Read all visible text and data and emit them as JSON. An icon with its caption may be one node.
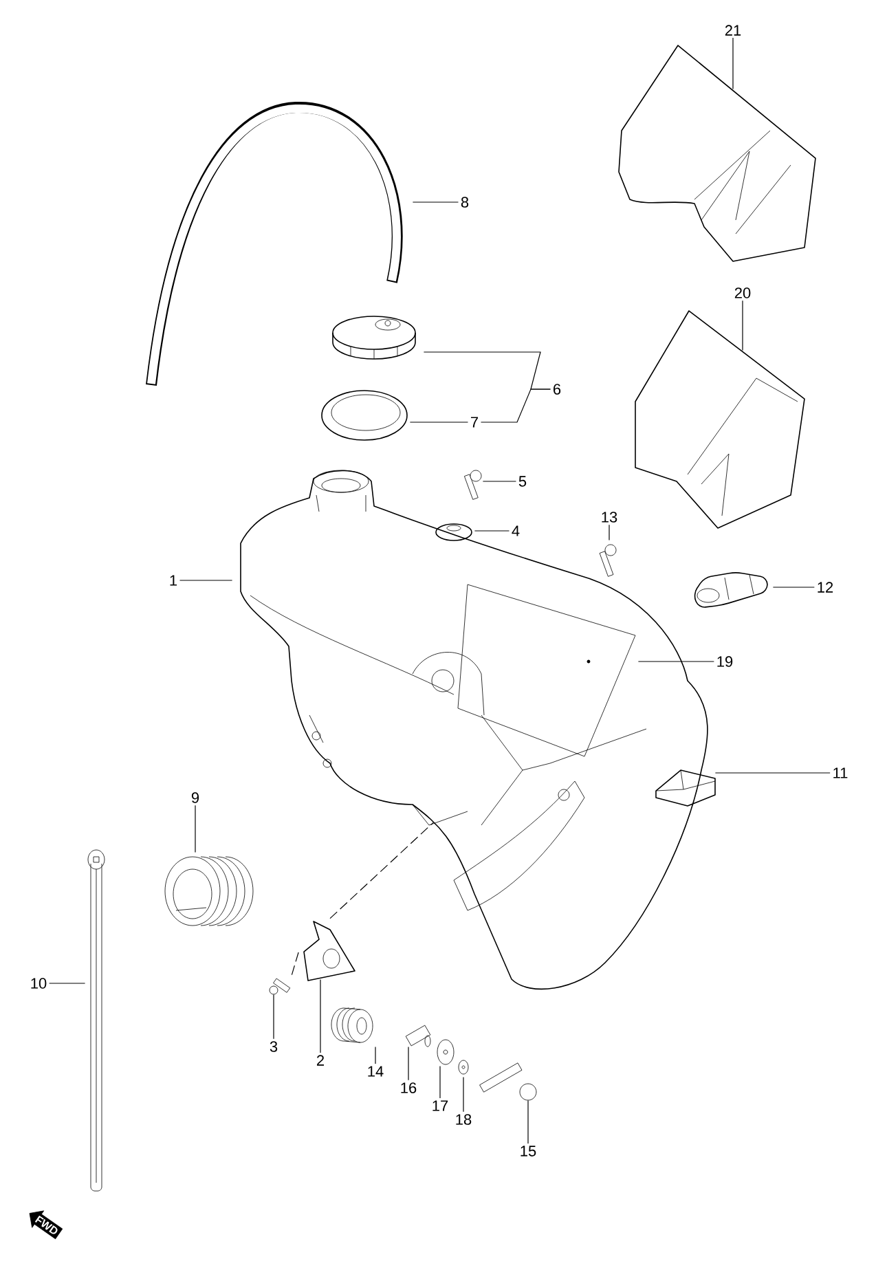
{
  "diagram": {
    "nodes": [
      {
        "text": [
          "1"
        ]
      },
      {
        "text": [
          "2"
        ]
      },
      {
        "text": [
          "3"
        ]
      },
      {
        "text": [
          "4"
        ]
      },
      {
        "text": [
          "5"
        ]
      },
      {
        "text": [
          "6"
        ]
      },
      {
        "text": [
          "7"
        ]
      },
      {
        "text": [
          "8"
        ]
      },
      {
        "text": [
          "9"
        ]
      },
      {
        "text": [
          "10"
        ]
      },
      {
        "text": [
          "11"
        ]
      },
      {
        "text": [
          "12"
        ]
      },
      {
        "text": [
          "13"
        ]
      },
      {
        "text": [
          "14"
        ]
      },
      {
        "text": [
          "15"
        ]
      },
      {
        "text": [
          "16"
        ]
      },
      {
        "text": [
          "17"
        ]
      },
      {
        "text": [
          "18"
        ]
      },
      {
        "text": [
          "19"
        ]
      },
      {
        "text": [
          "20"
        ]
      },
      {
        "text": [
          "21"
        ]
      },
      {
        "text": [],
        "shape": "picture"
      },
      {
        "text": [],
        "shape": "picture"
      },
      {
        "text": [],
        "shape": "picture"
      },
      {
        "text": [],
        "shape": "picture"
      },
      {
        "text": [],
        "shape": "picture"
      },
      {
        "text": [],
        "shape": "picture"
      },
      {
        "text": [],
        "shape": "picture"
      },
      {
        "text": [],
        "shape": "picture"
      },
      {
        "text": [],
        "shape": "picture"
      },
      {
        "text": [],
        "shape": "picture"
      },
      {
        "text": [],
        "shape": "picture"
      },
      {
        "text": [],
        "shape": "picture"
      },
      {
        "text": [],
        "shape": "picture"
      },
      {
        "text": [],
        "shape": "picture"
      },
      {
        "text": [],
        "shape": "picture"
      },
      {
        "text": [],
        "shape": "picture"
      },
      {
        "text": [],
        "shape": "picture"
      },
      {
        "text": [],
        "shape": "picture"
      },
      {
        "text": [],
        "shape": "picture",
        "in": 21
      },
      {
        "text": [],
        "shape": "picture"
      },
      {
        "text": [],
        "shape": "picture"
      },
      {
        "text": [
          "FWD"
        ]
      }
    ],
    "edges": [
      {
        "from": 0,
        "to": 21,
        "arrow": "none"
      },
      {
        "from": 1,
        "to": 22,
        "arrow": "none"
      },
      {
        "from": 2,
        "to": 23,
        "arrow": "none"
      },
      {
        "from": 3,
        "to": 24,
        "arrow": "none"
      },
      {
        "from": 4,
        "to": 25,
        "arrow": "none"
      },
      {
        "from": 5,
        "to": 26,
        "arrow": "none"
      },
      {
        "from": 5,
        "to": 6,
        "arrow": "none"
      },
      {
        "from": 6,
        "to": 27,
        "arrow": "none"
      },
      {
        "from": 7,
        "to": 28,
        "arrow": "none"
      },
      {
        "from": 8,
        "to": 29,
        "arrow": "none"
      },
      {
        "from": 9,
        "to": 30,
        "arrow": "none"
      },
      {
        "from": 10,
        "to": 31,
        "arrow": "none"
      },
      {
        "from": 11,
        "to": 32,
        "arrow": "none"
      },
      {
        "from": 12,
        "to": 33,
        "arrow": "none"
      },
      {
        "from": 13,
        "to": 34,
        "arrow": "none"
      },
      {
        "from": 14,
        "to": 35,
        "arrow": "none"
      },
      {
        "from": 15,
        "to": 36,
        "arrow": "none"
      },
      {
        "from": 16,
        "to": 37,
        "arrow": "none"
      },
      {
        "from": 17,
        "to": 38,
        "arrow": "none"
      },
      {
        "from": 18,
        "to": 39,
        "arrow": "none"
      },
      {
        "from": 19,
        "to": 40,
        "arrow": "none"
      },
      {
        "from": 20,
        "to": 41,
        "arrow": "none"
      },
      {
        "from": 22,
        "to": 21,
        "arrow": "none",
        "style": "dashed"
      },
      {
        "from": 23,
        "to": 22,
        "arrow": "none",
        "style": "dashed"
      }
    ]
  }
}
